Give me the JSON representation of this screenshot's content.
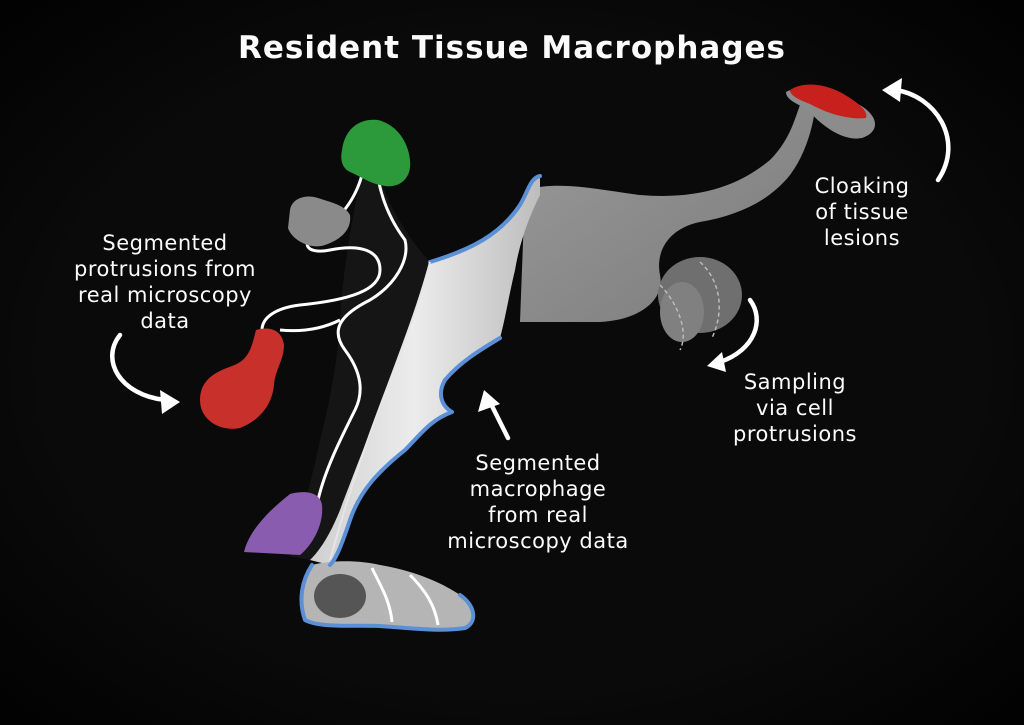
{
  "title": "Resident Tissue Macrophages",
  "annotations": {
    "protrusions": [
      "Segmented",
      "protrusions from",
      "real microscopy",
      "data"
    ],
    "cloaking": [
      "Cloaking",
      "of tissue",
      "lesions"
    ],
    "sampling": [
      "Sampling",
      "via cell",
      "protrusions"
    ],
    "macrophage": [
      "Segmented",
      "macrophage",
      "from real",
      "microscopy data"
    ]
  },
  "colors": {
    "background": "#000000",
    "membrane_outline": "#5b8fd6",
    "protrusion_green": "#2c9a3a",
    "protrusion_red": "#c8302c",
    "protrusion_purple": "#8a5cb0",
    "lesion_red": "#c8201c",
    "cell_body_light": "#d9d9d9",
    "cell_body_grey": "#8a8a8a"
  }
}
